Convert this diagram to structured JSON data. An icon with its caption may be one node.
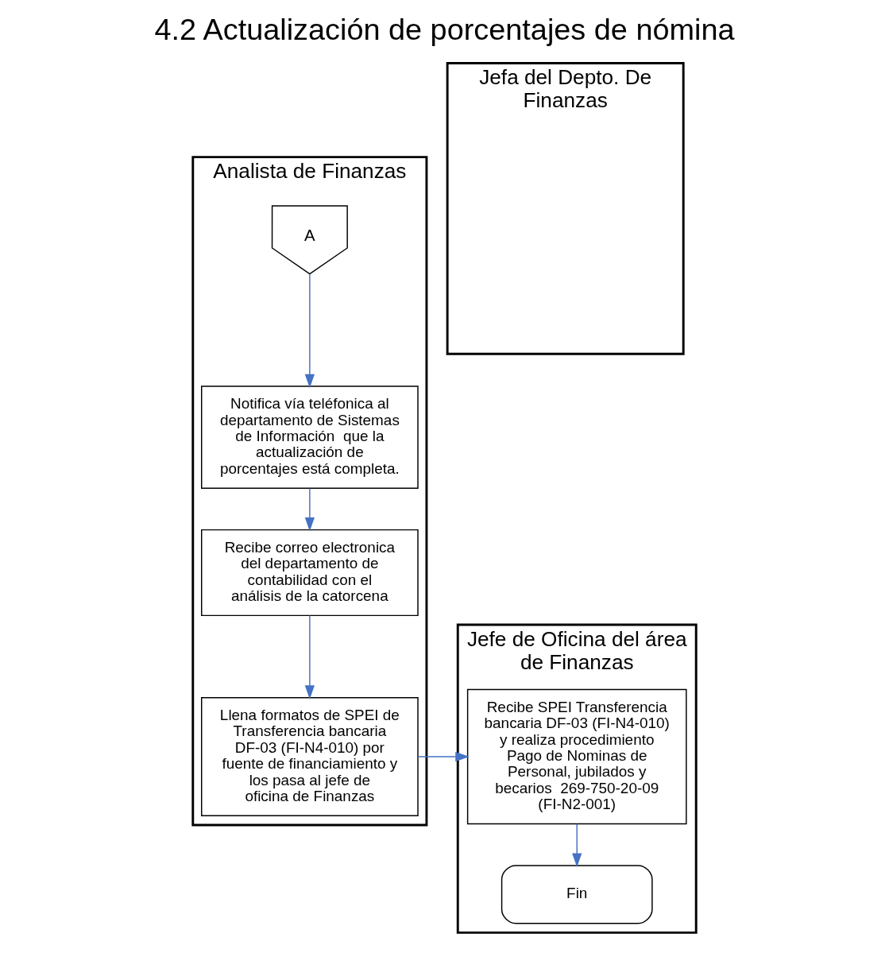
{
  "diagram": {
    "title": "4.2 Actualización de porcentajes de nómina",
    "nodes": [
      {
        "text": [
          "Analista de Finanzas"
        ]
      },
      {
        "text": [
          "Jefa del Depto. De Finanzas"
        ]
      },
      {
        "text": [
          "Jefe de Oficina del área de Finanzas"
        ]
      },
      {
        "text": [
          "A"
        ],
        "in": 0
      },
      {
        "text": [
          "Notifica vía teléfonica al departamento de Sistemas de Información  que la actualización de porcentajes está completa."
        ],
        "in": 0
      },
      {
        "text": [
          "Recibe correo electronica del departamento de contabilidad con el análisis de la catorcena"
        ],
        "in": 0
      },
      {
        "text": [
          "Llena formatos de SPEI de Transferencia bancaria DF-03 (FI-N4-010) por fuente de financiamiento y los pasa al jefe de oficina de Finanzas"
        ],
        "in": 0
      },
      {
        "text": [
          "Recibe SPEI Transferencia bancaria DF-03 (FI-N4-010) y realiza procedimiento Pago de Nominas de Personal, jubilados y becarios  269-750-20-09 (FI-N2-001)"
        ],
        "in": 2
      },
      {
        "text": [
          "Fin"
        ],
        "in": 2
      }
    ],
    "edges": [
      {
        "from": 3,
        "to": 4,
        "arrow": "to"
      },
      {
        "from": 4,
        "to": 5,
        "arrow": "to"
      },
      {
        "from": 5,
        "to": 6,
        "arrow": "to"
      },
      {
        "from": 6,
        "to": 7,
        "arrow": "to"
      },
      {
        "from": 7,
        "to": 8,
        "arrow": "to"
      }
    ]
  }
}
